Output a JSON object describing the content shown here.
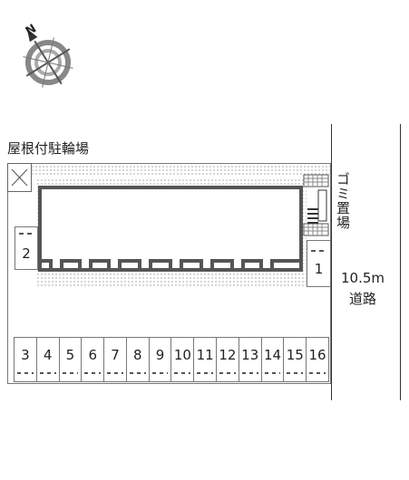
{
  "labels": {
    "bike_shelter": "屋根付駐輪場",
    "garbage": "ゴミ置場",
    "road_width": "10.5m",
    "road_name": "道路",
    "compass_letter": "N"
  },
  "parking": {
    "top_slots": [
      "2",
      "1"
    ],
    "bottom_slots": [
      "3",
      "4",
      "5",
      "6",
      "7",
      "8",
      "9",
      "10",
      "11",
      "12",
      "13",
      "14",
      "15",
      "16"
    ]
  },
  "icons": [
    "compass-icon",
    "garbage-hatch-icon",
    "stair-icon"
  ],
  "colors": {
    "line": "#333333",
    "dotted": "#d9d9d9",
    "building_frame": "#555555"
  }
}
